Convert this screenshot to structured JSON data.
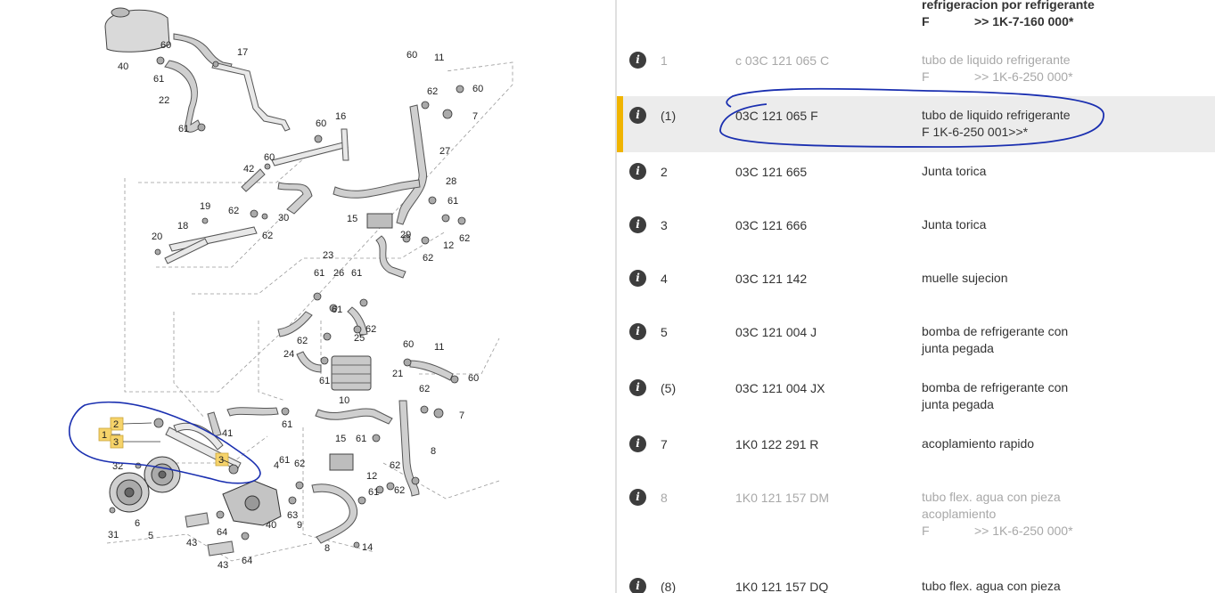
{
  "header_row": {
    "desc": "refrigeracion por refrigerante",
    "note_code": "F",
    "note_range": ">> 1K-7-160 000*"
  },
  "rows": [
    {
      "pos": "1",
      "part": "c 03C 121 065 C",
      "desc": "tubo de liquido refrigerante",
      "note_code": "F",
      "note_range": ">> 1K-6-250 000*",
      "muted": true
    },
    {
      "pos": "(1)",
      "part": "03C 121 065 F",
      "desc": "tubo de liquido refrigerante",
      "note_line": "F 1K-6-250 001>>*",
      "selected": true
    },
    {
      "pos": "2",
      "part": "03C 121 665",
      "desc": "Junta torica"
    },
    {
      "pos": "3",
      "part": "03C 121 666",
      "desc": "Junta torica"
    },
    {
      "pos": "4",
      "part": "03C 121 142",
      "desc": "muelle sujecion"
    },
    {
      "pos": "5",
      "part": "03C 121 004 J",
      "desc": "bomba de refrigerante con",
      "desc2": "junta pegada"
    },
    {
      "pos": "(5)",
      "part": "03C 121 004 JX",
      "desc": "bomba de refrigerante con",
      "desc2": "junta pegada"
    },
    {
      "pos": "7",
      "part": "1K0 122 291 R",
      "desc": "acoplamiento rapido"
    },
    {
      "pos": "8",
      "part": "1K0 121 157 DM",
      "desc": "tubo flex. agua con pieza",
      "desc2": "acoplamiento",
      "note_code": "F",
      "note_range": ">> 1K-6-250 000*",
      "muted": true
    },
    {
      "pos": "(8)",
      "part": "1K0 121 157 DQ",
      "desc": "tubo flex. agua con pieza"
    }
  ],
  "info_icon_glyph": "i",
  "diagram": {
    "labels": [
      "40",
      "60",
      "61",
      "22",
      "61",
      "17",
      "60",
      "16",
      "42",
      "60",
      "19",
      "18",
      "20",
      "62",
      "62",
      "30",
      "60",
      "11",
      "60",
      "62",
      "7",
      "27",
      "28",
      "61",
      "15",
      "29",
      "62",
      "12",
      "62",
      "23",
      "61",
      "26",
      "61",
      "61",
      "62",
      "25",
      "62",
      "24",
      "61",
      "60",
      "11",
      "21",
      "60",
      "62",
      "7",
      "10",
      "61",
      "15",
      "61",
      "8",
      "62",
      "12",
      "61",
      "62",
      "41",
      "4",
      "62",
      "61",
      "32",
      "6",
      "31",
      "5",
      "43",
      "64",
      "43",
      "64",
      "40",
      "63",
      "9",
      "8",
      "14",
      "2",
      "1",
      "3",
      "3"
    ]
  },
  "colors": {
    "accent": "#f0b400",
    "annotation": "#1a2fb0",
    "highlight_label": "#f6d36a"
  }
}
